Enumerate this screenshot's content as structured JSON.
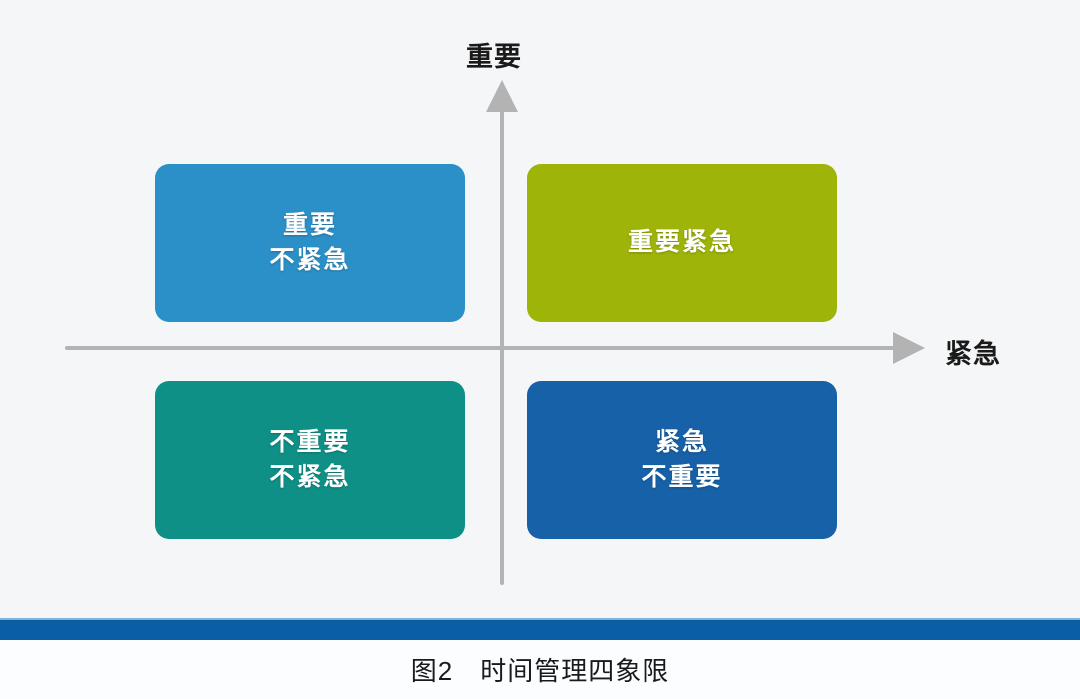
{
  "figure": {
    "caption": "图2　时间管理四象限",
    "background_color": "#f5f6f7",
    "divider_bar_color": "#0a5ea3"
  },
  "axes": {
    "vertical_label": "重要",
    "horizontal_label": "紧急",
    "line_color": "#b3b3b3"
  },
  "quadrants": [
    {
      "id": "top-left",
      "lines": [
        "重要",
        "不紧急"
      ],
      "color": "#2b90c8",
      "edge_color": "#1f7bab"
    },
    {
      "id": "top-right",
      "lines": [
        "重要紧急"
      ],
      "color": "#9fb408",
      "edge_color": "#879907"
    },
    {
      "id": "bottom-left",
      "lines": [
        "不重要",
        "不紧急"
      ],
      "color": "#0f9087",
      "edge_color": "#0b776f"
    },
    {
      "id": "bottom-right",
      "lines": [
        "紧急",
        "不重要"
      ],
      "color": "#1761a8",
      "edge_color": "#11508c"
    }
  ]
}
